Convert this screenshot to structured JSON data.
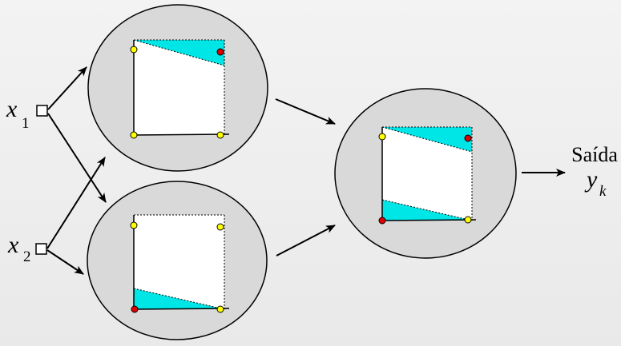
{
  "inputs": [
    {
      "var": "x",
      "sub": "1"
    },
    {
      "var": "x",
      "sub": "2"
    }
  ],
  "output": {
    "label": "Saída",
    "var": "y",
    "sub": "k"
  },
  "colors": {
    "node_fill": "#d9d9d9",
    "region_fill": "#00e5e5",
    "point_yellow": "#ffff00",
    "point_red": "#e00000",
    "stroke": "#000000"
  }
}
